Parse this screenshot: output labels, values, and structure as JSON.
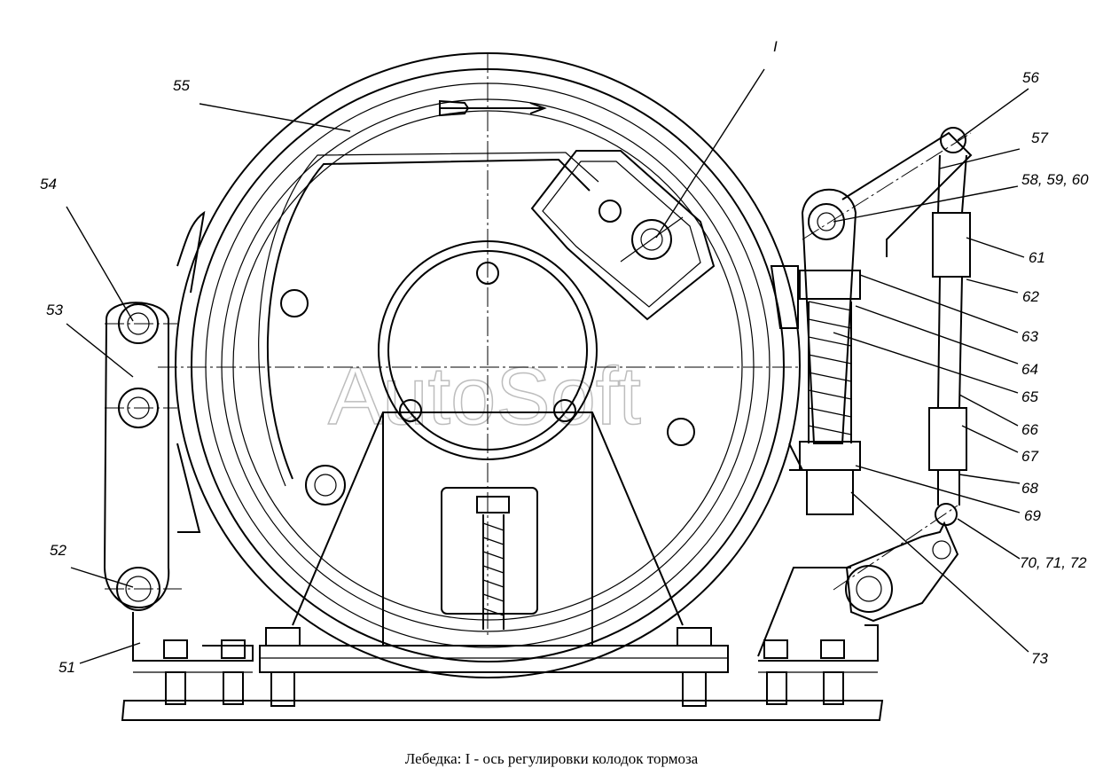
{
  "caption": "Лебедка: I - ось регулировки колодок тормоза",
  "watermark": "AutoSoft",
  "callouts": {
    "c1": "I",
    "c51": "51",
    "c52": "52",
    "c53": "53",
    "c54": "54",
    "c55": "55",
    "c56": "56",
    "c57": "57",
    "c58": "58, 59, 60",
    "c61": "61",
    "c62": "62",
    "c63": "63",
    "c64": "64",
    "c65": "65",
    "c66": "66",
    "c67": "67",
    "c68": "68",
    "c69": "69",
    "c70": "70, 71, 72",
    "c73": "73"
  }
}
